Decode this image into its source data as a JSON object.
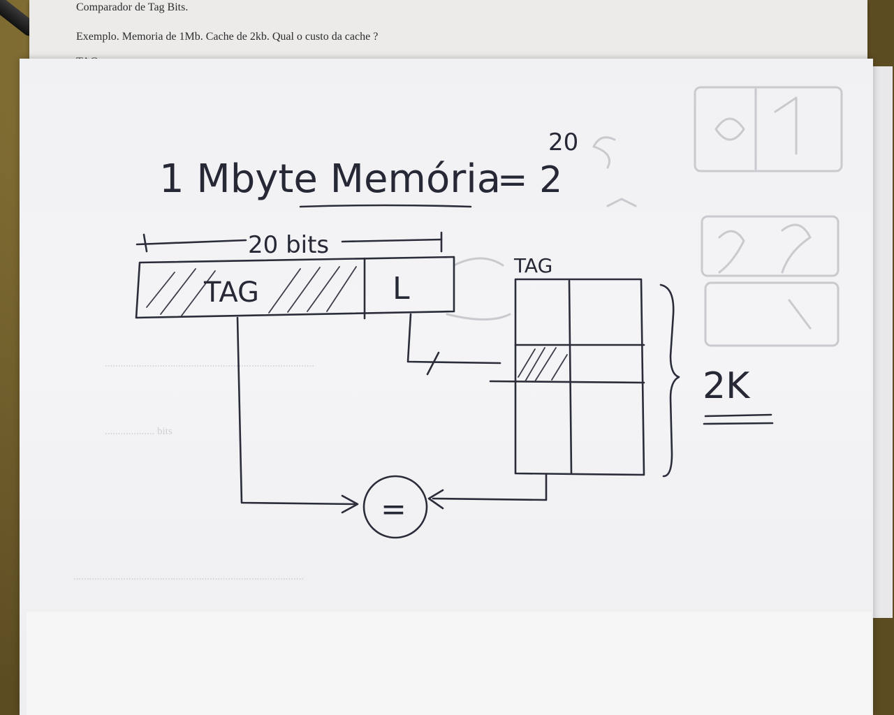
{
  "printed_top": {
    "line1": "Comparador de Tag Bits.",
    "line2": "Exemplo. Memoria de 1Mb. Cache de 2kb. Qual o custo da cache ?",
    "line3": "TAG ="
  },
  "handwriting": {
    "title": "1 Mbyte Memória",
    "equals": "= 2",
    "exponent": "20",
    "bits_label": "20 bits",
    "tag_field": "TAG",
    "line_field": "L",
    "cache_tag_label": "TAG",
    "cache_size": "2K",
    "comparator": "="
  },
  "colors": {
    "ink": "#2a2c3a",
    "paper": "#f2f2f4",
    "desk": "#6a5a2c"
  }
}
